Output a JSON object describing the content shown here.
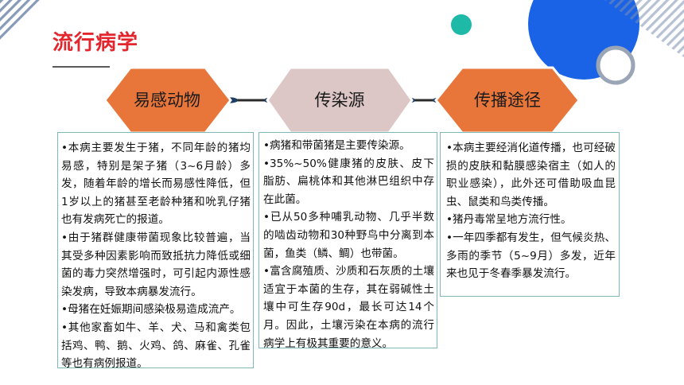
{
  "title": "流行病学",
  "colors": {
    "accent": "#e3262d",
    "hex_orange": "#e8763a",
    "hex_pink": "#dcc6c6",
    "deco_blue": "#1a63e6",
    "deco_teal": "#1fb9a7",
    "deco_gray": "#9aa5b5"
  },
  "stages": [
    {
      "label": "易感动物"
    },
    {
      "label": "传染源"
    },
    {
      "label": "传播途径"
    }
  ],
  "panels": [
    {
      "paragraphs": [
        "•本病主要发生于猪，不同年龄的猪均易感，特别是架子猪（3~6月龄）多发，随着年龄的增长而易感性降低，但1岁以上的猪甚至老龄种猪和吮乳仔猪也有发病死亡的报道。",
        "•由于猪群健康带菌现象比较普遍，当其受多种因素影响而致抵抗力降低或细菌的毒力突然增强时，可引起内源性感染发病，导致本病暴发流行。",
        "•母猪在妊娠期间感染极易造成流产。",
        "•其他家畜如牛、羊、犬、马和禽类包括鸡、鸭、鹅、火鸡、鸽、麻雀、孔雀等也有病例报道。"
      ]
    },
    {
      "paragraphs": [
        "•病猪和带菌猪是主要传染源。",
        "•35%~50%健康猪的皮肤、皮下脂肪、扁桃体和其他淋巴组织中存在此菌。",
        "•已从50多种哺乳动物、几乎半数的啮齿动物和30种野鸟中分离到本菌，鱼类（鳞、鲷）也带菌。",
        "•富含腐殖质、沙质和石灰质的土壤适宜于本菌的生存，其在弱碱性土壤中可生存90d，最长可达14个月。因此，土壤污染在本病的流行病学上有极其重要的意义。"
      ]
    },
    {
      "paragraphs": [
        "•本病主要经消化道传播，也可经破损的皮肤和黏膜感染宿主（如人的职业感染），此外还可借助吸血昆虫、鼠类和鸟类传播。",
        "•猪丹毒常呈地方流行性。",
        "•一年四季都有发生，但气候炎热、多雨的季节（5~9月）多发，近年来也见于冬春季暴发流行。"
      ]
    }
  ]
}
